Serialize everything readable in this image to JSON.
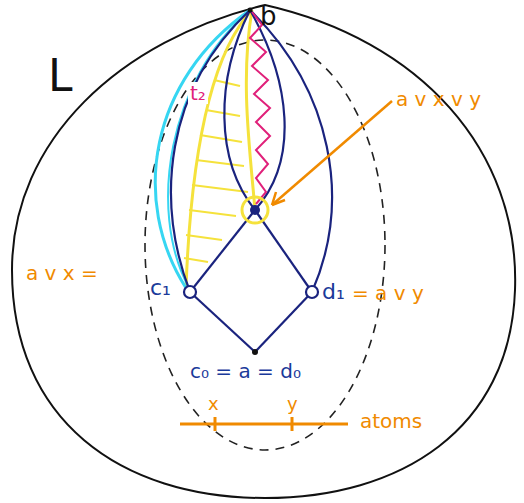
{
  "diagram": {
    "labels": [
      "L",
      "b",
      "a v x v y",
      "a v x =",
      "c₁",
      "d₁",
      "= a v y",
      "c₀ = a = d₀",
      "x",
      "y",
      "atoms",
      "t₂"
    ]
  }
}
